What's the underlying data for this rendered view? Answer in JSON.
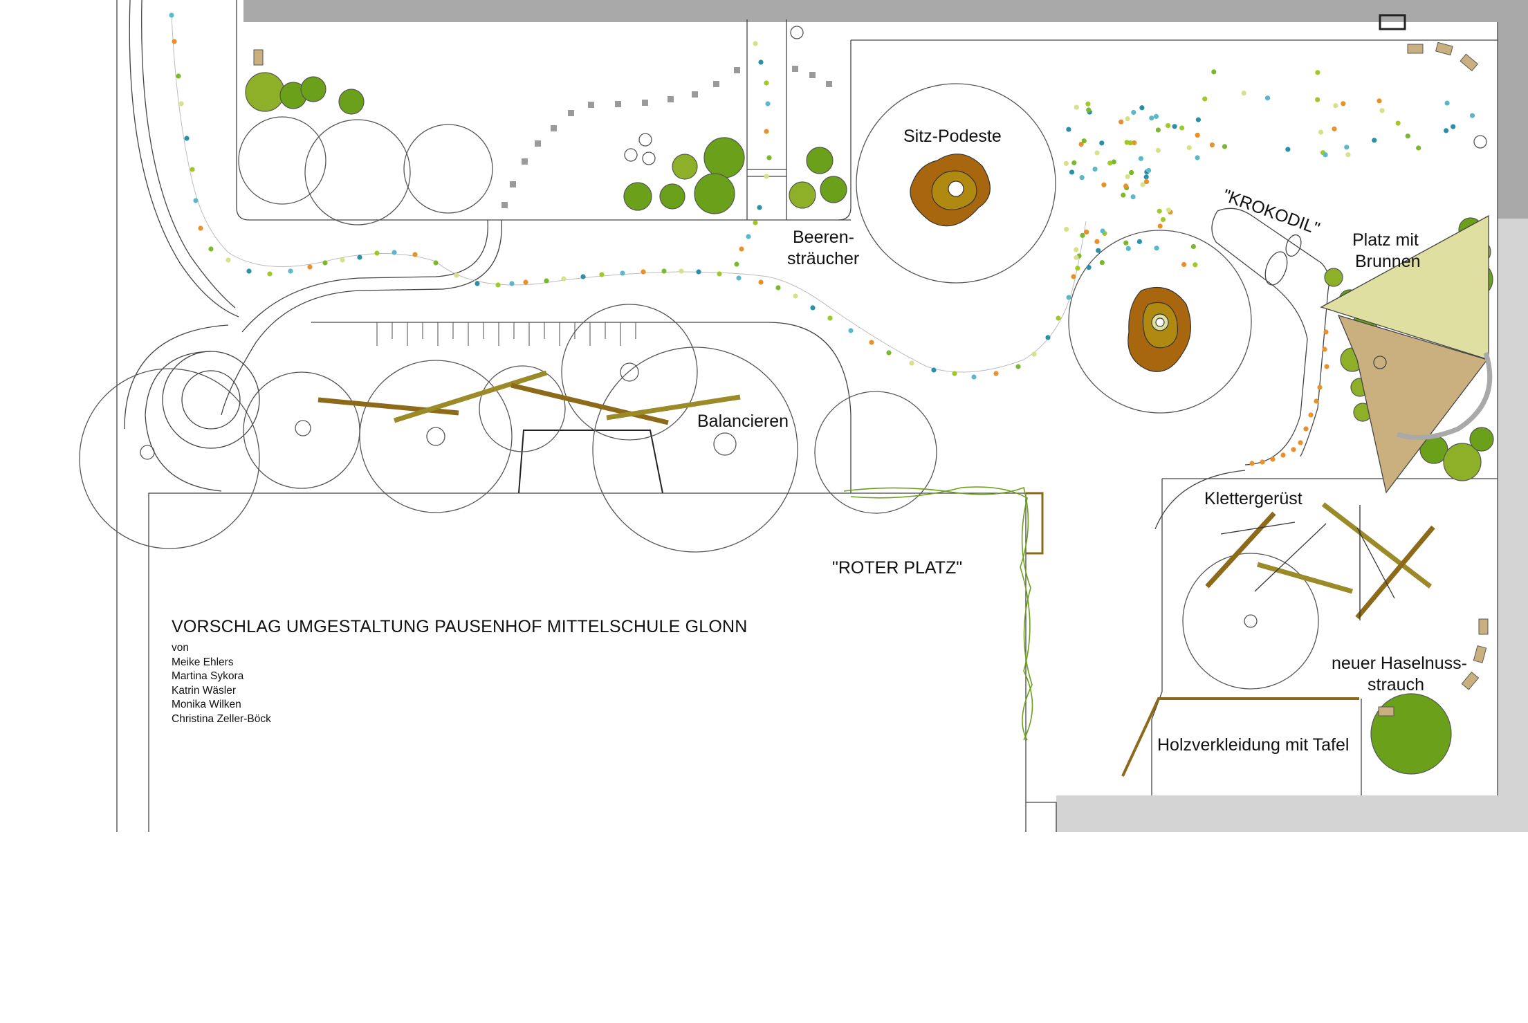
{
  "title": "VORSCHLAG UMGESTALTUNG PAUSENHOF MITTELSCHULE GLONN",
  "credits_intro": "von",
  "authors": [
    "Meike Ehlers",
    "Martina Sykora",
    "Katrin Wäsler",
    "Monika Wilken",
    "Christina Zeller-Böck"
  ],
  "labels": {
    "sitz_podeste": "Sitz-Podeste",
    "beeren_1": "Beeren-",
    "beeren_2": "sträucher",
    "krokodil": "\"KROKODIL\"",
    "brunnen_1": "Platz mit",
    "brunnen_2": "Brunnen",
    "balancieren": "Balancieren",
    "klettergeruest": "Klettergerüst",
    "roter_platz": "\"ROTER PLATZ\"",
    "hasel_1": "neuer Haselnuss-",
    "hasel_2": "strauch",
    "holz": "Holzverkleidung mit Tafel"
  },
  "colors": {
    "building": "#a9a9a9",
    "building_light": "#d4d4d4",
    "tree_green": "#6aa01a",
    "tree_light": "#8db028",
    "wood": "#8c6a1a",
    "wood_light": "#9a8a28",
    "podest_brown": "#a8660e",
    "podest_olive": "#b08a10",
    "sail_light": "#dedfa0",
    "sail_tan": "#c9b07e",
    "dot_palette": [
      "#5bb8c8",
      "#e8902a",
      "#7ab82e",
      "#d8e08a",
      "#2a8fa8",
      "#a0c828"
    ]
  }
}
